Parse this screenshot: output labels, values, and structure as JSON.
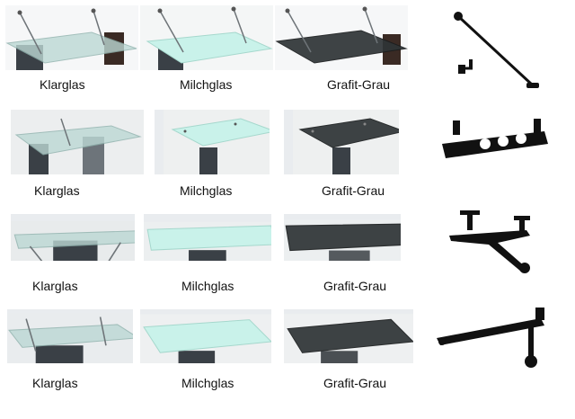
{
  "rows": [
    {
      "labels": [
        "Klarglas",
        "Milchglas",
        "Grafit-Grau"
      ],
      "bracket_icon": "single-rod-bracket-icon"
    },
    {
      "labels": [
        "Klarglas",
        "Milchglas",
        "Grafit-Grau"
      ],
      "bracket_icon": "perforated-bracket-icon"
    },
    {
      "labels": [
        "Klarglas",
        "Milchglas",
        "Grafit-Grau"
      ],
      "bracket_icon": "v-strut-bracket-icon"
    },
    {
      "labels": [
        "Klarglas",
        "Milchglas",
        "Grafit-Grau"
      ],
      "bracket_icon": "bar-bracket-icon"
    }
  ],
  "colors": {
    "clear_glass": "#b9d9d6",
    "milk_glass": "#c9f2ea",
    "graphite_glass": "#2f3436",
    "hardware": "#111111",
    "text": "#111111"
  }
}
